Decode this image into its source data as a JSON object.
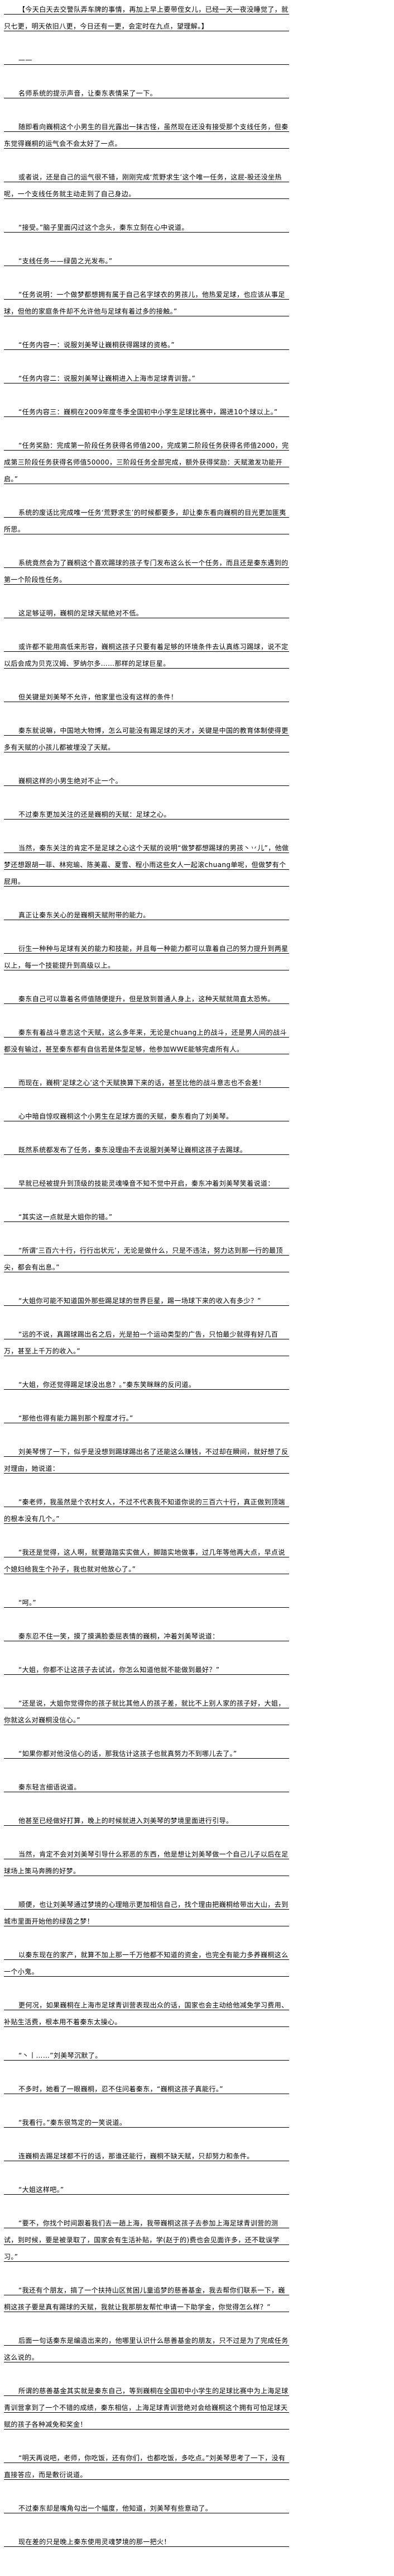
{
  "paragraphs": [
    "【今天白天去交警队弄车牌的事情，再加上早上要带侄女儿，已经一天一夜没睡觉了，就只七更，明天依旧八更，今日还有一更，会定时在九点，望理解。】",
    "——",
    "名师系统的提示声音，让秦东表情呆了一下。",
    "随即看向巍桐这个小男生的目光露出一抹古怪，虽然现在还没有接受那个支线任务，但秦东觉得巍桐的运气会不会太好了一点。",
    "或者说，还是自己的运气很不错，刚刚完成‘荒野求生’这个唯一任务，这屁-股还没坐热呢，一个支线任务就主动走到了自己身边。",
    "“接受。”脑子里面闪过这个念头，秦东立刻在心中说道。",
    "“支线任务——绿茵之光发布。”",
    "“任务说明：一个做梦都想拥有属于自己名字球衣的男孩儿，他热爱足球，也应该从事足球，但他的家庭条件却不允许他与足球有着过多的接触。”",
    "“任务内容一：说服刘美琴让巍桐获得踢球的资格。”",
    "“任务内容二：说服刘美琴让巍桐进入上海市足球青训营。”",
    "“任务内容三：巍桐在2009年度冬季全国初中小学生足球比赛中，踢进10个球以上。”",
    "“任务奖励：完成第一阶段任务获得名师值200，完成第二阶段任务获得名师值2000，完成第三阶段任务获得名师值50000，三阶段任务全部完成，额外获得奖励：天赋激发功能开启。”",
    "系统的废话比完成唯一任务‘荒野求生’的时候都要多，却让秦东看向巍桐的目光更加匪夷所思。",
    "系统竟然会为了巍桐这个喜欢踢球的孩子专门发布这么长一个任务，而且还是秦东遇到的第一个阶段性任务。",
    "这足够证明，巍桐的足球天赋绝对不低。",
    "或许都不能用高低来形容，巍桐这孩子只要有着足够的环境条件去认真练习踢球，说不定以后会成为贝克汉姆、罗纳尔多……那样的足球巨星。",
    "但关键是刘美琴不允许，他家里也没有这样的条件！",
    "秦东就说嘛，中国地大物博，怎么可能没有踢足球的天才，关键是中国的教育体制使得更多有天赋的小孩儿都被埋没了天赋。",
    "巍桐这样的小男生绝对不止一个。",
    "不过秦东更加关注的还是巍桐的天赋：足球之心。",
    "当然，秦东关注的肯定不是足球之心这个天赋的说明“做梦都想踢球的男孩丶丷儿”，他做梦还想跟胡一菲、林宛瑜、陈美嘉、夏雪、程小雨这些女人一起滚chuang单呢，但做梦有个屁用。",
    "真正让秦东关心的是巍桐天赋附带的能力。",
    "衍生一种种与足球有关的能力和技能，并且每一种能力都可以靠着自己的努力提升到两星以上，每一个技能提升到高级以上。",
    "秦东自己可以靠着名师值随便提升，但是放到普通人身上，这种天赋就简直太恐怖。",
    "秦东有着战斗意志这个天赋，这么多年来，无论是chuang上的战斗，还是男人间的战斗都没有输过，甚至秦东都有自信若是体型足够，他参加WWE能够完虐所有人。",
    "而现在，巍桐‘足球之心’这个天赋换算下来的话，甚至比他的战斗意志也不会差！",
    "心中暗自惊叹巍桐这个小男生在足球方面的天赋，秦东看向了刘美琴。",
    "既然系统都发布了任务，秦东没理由不去说服刘美琴让巍桐这孩子去踢球。",
    "早就已经被提升到顶级的技能灵魂嗓音不知不觉中开启，秦东冲着刘美琴笑着说道：",
    "“其实这一点就是大姐你的错。”",
    "“所谓‘三百六十行，行行出状元’，无论是做什么，只是不违法，努力达到那一行的最顶尖，都会有出息。”",
    "“大姐你可能不知道国外那些踢足球的世界巨星，踢一场球下来的收入有多少？”",
    "“远的不说，真踢球踢出名之后，光是拍一个运动类型的广告，只怕最少就得有好几百万，甚至上千万的收入。”",
    "“大姐，你还觉得踢足球没出息？。”秦东笑眯眯的反问道。",
    "“那他也得有能力踢到那个程度才行。”",
    "刘美琴愣了一下，似乎是没想到踢球踢出名了还能这么赚钱，不过却在瞬间，就好想了反对理由，她说道：",
    "“秦老师，我虽然是个农村女人，不过不代表我不知道你说的三百六十行，真正做到顶端的根本没有几个。”",
    "“我还是觉得，这人啊，就要踏踏实实做人，脚踏实地做事，过几年等他再大点，早点说个媳妇给我生个孙子，我也就对他放心了。”",
    "“呵。”",
    "秦东忍不住一笑，摸了摸满脸委屈表情的巍桐，冲着刘美琴说道：",
    "“大姐，你都不让这孩子去试试，你怎么知道他就不能做到最好？”",
    "“还是说，大姐你觉得你的孩子就比其他人的孩子差，就比不上别人家的孩子好，大姐，你就这么对巍桐没信心。”",
    "“如果你都对他没信心的话，那我估计这孩子也就真努力不到哪儿去了。”",
    "秦东轻言细语说道。",
    "他甚至已经做好打算，晚上的时候就进入刘美琴的梦境里面进行引导。",
    "当然，肯定不会对刘美琴引导什么邪恶的东西，他是想让刘美琴做一个自己儿子以后在足球场上策马奔腾的好梦。",
    "顺便，也让刘美琴通过梦境的心理暗示更加相信自己，找个理由把巍桐给带出大山，去到城市里面开始他的绿茵之梦！",
    "以秦东现在的家产，就算不加上那一千万他都不知道的资金，也完全有能力多养巍桐这么一个小鬼。",
    "更何况，如果巍桐在上海市足球青训营表现出众的话，国家也会主动给他减免学习费用、补贴生活费，根本用不着秦东太操心。",
    "“丶丨……”刘美琴沉默了。",
    "不多时，她看了一眼巍桐，忍不住问着秦东，“巍桐这孩子真能行。”",
    "“我看行。”秦东很笃定的一笑说道。",
    "连巍桐去踢足球都不行的话，那谁还能行，巍桐不缺天赋，只却努力和条件。",
    "“大姐这样吧。”",
    "“要不，你找个时间跟着我们去一趟上海，我带巍桐这孩子去参加上海足球青训营的测试，到时候，要是被录取了，国家会有生活补贴，学(赵于的)费也会见面许多，还不耽误学习。”",
    "“我还有个朋友，搞了一个扶持山区贫困儿童追梦的慈善基金，我去帮你们联系一下，巍桐这孩子要是真有踢球的天赋，我就让我那朋友帮忙申请一下助学金，你觉得怎么样？”",
    "后面一句话秦东是编造出来的，他哪里认识什么慈善基金的朋友，只不过是为了完成任务这么说的。",
    "所谓的慈善基金其实就是秦东自己，等到巍桐在全国初中小学生的足球比赛中为上海足球青训营拿到了一个不错的成绩，秦东相信，上海足球青训营绝对会给巍桐这个拥有可怕足球天赋的孩子各种减免和奖金！",
    "“明天再说吧，老师，你吃饭，还有你们，也都吃饭，多吃点。”刘美琴思考了一下，没有直接答应，而是敷衍说道。",
    "不过秦东却是嘴角勾出一个幅度，他知道，刘美琴有些意动了。",
    "现在差的只是晚上秦东使用灵魂梦境的那一把火！"
  ]
}
